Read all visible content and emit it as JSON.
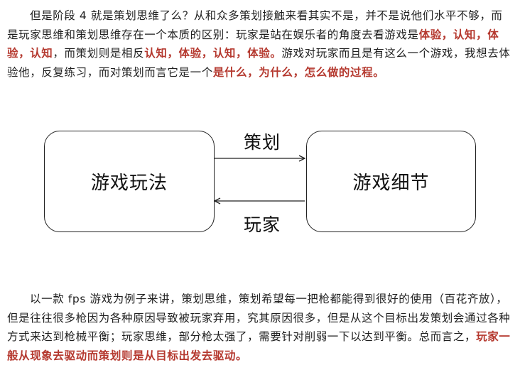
{
  "paragraph1": {
    "segments": [
      {
        "text": "但是阶段 4 就是策划思维了么？从和众多策划接触来看其实不是，并不是说他们水平不够，而是玩家思维和策划思维存在一个本质的区别：玩家是站在娱乐者的角度去看游戏是",
        "highlight": false
      },
      {
        "text": "体验，认知，体验，认知",
        "highlight": true
      },
      {
        "text": "，而策划则是相反",
        "highlight": false
      },
      {
        "text": "认知，体验，认知，体验。",
        "highlight": true
      },
      {
        "text": "游戏对玩家而且是有这么一个游戏，我想去体验他，反复练习，而对策划而言它是一个",
        "highlight": false
      },
      {
        "text": "是什么，为什么，怎么做的过程。",
        "highlight": true
      }
    ]
  },
  "diagram": {
    "left_box": "游戏玩法",
    "right_box": "游戏细节",
    "top_arrow_label": "策划",
    "bottom_arrow_label": "玩家"
  },
  "paragraph2": {
    "segments": [
      {
        "text": "以一款 fps 游戏为例子来讲，策划思维，策划希望每一把枪都能得到很好的使用（百花齐放），但是往往很多枪因为各种原因导致被玩家弃用，究其原因很多，但是从这个目标出发策划会通过各种方式来达到枪械平衡；玩家思维，部分枪太强了，需要针对削弱一下以达到平衡。总而言之，",
        "highlight": false
      },
      {
        "text": "玩家一般从现象去驱动而策划则是从目标出发去驱动。",
        "highlight": true
      }
    ]
  },
  "colors": {
    "highlight": "#b5392f",
    "text": "#1f1f1f"
  }
}
